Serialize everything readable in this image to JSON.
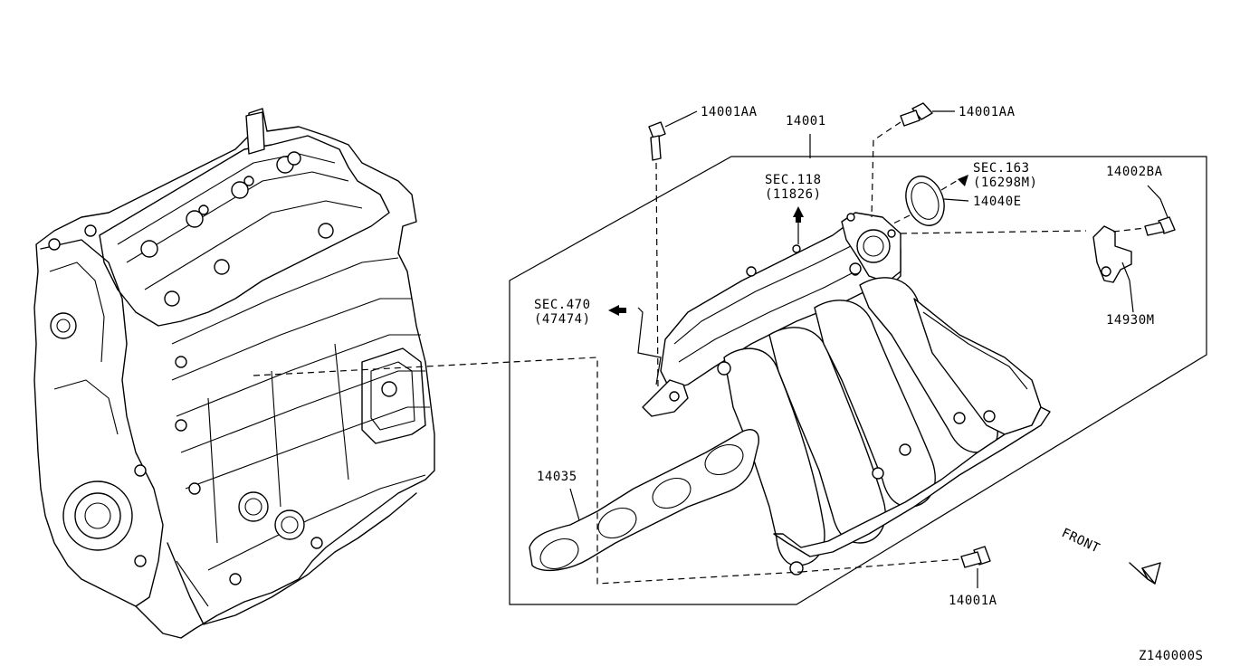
{
  "parts": {
    "bolt_top_left": "14001AA",
    "bolt_top_right": "14001AA",
    "manifold": "14001",
    "sec118_a": "SEC.118",
    "sec118_b": "(11826)",
    "sec163_a": "SEC.163",
    "sec163_b": "(16298M)",
    "gasket_ring": "14040E",
    "sensor_bolt": "14002BA",
    "sensor": "14930M",
    "sec470_a": "SEC.470",
    "sec470_b": "(47474)",
    "gasket": "14035",
    "bolt_bottom": "14001A",
    "front": "FRONT",
    "diagram_code": "Z140000S"
  },
  "icons": {
    "front_arrow": "arrow-down-right-icon",
    "section_arrow": "filled-arrow-icon"
  }
}
